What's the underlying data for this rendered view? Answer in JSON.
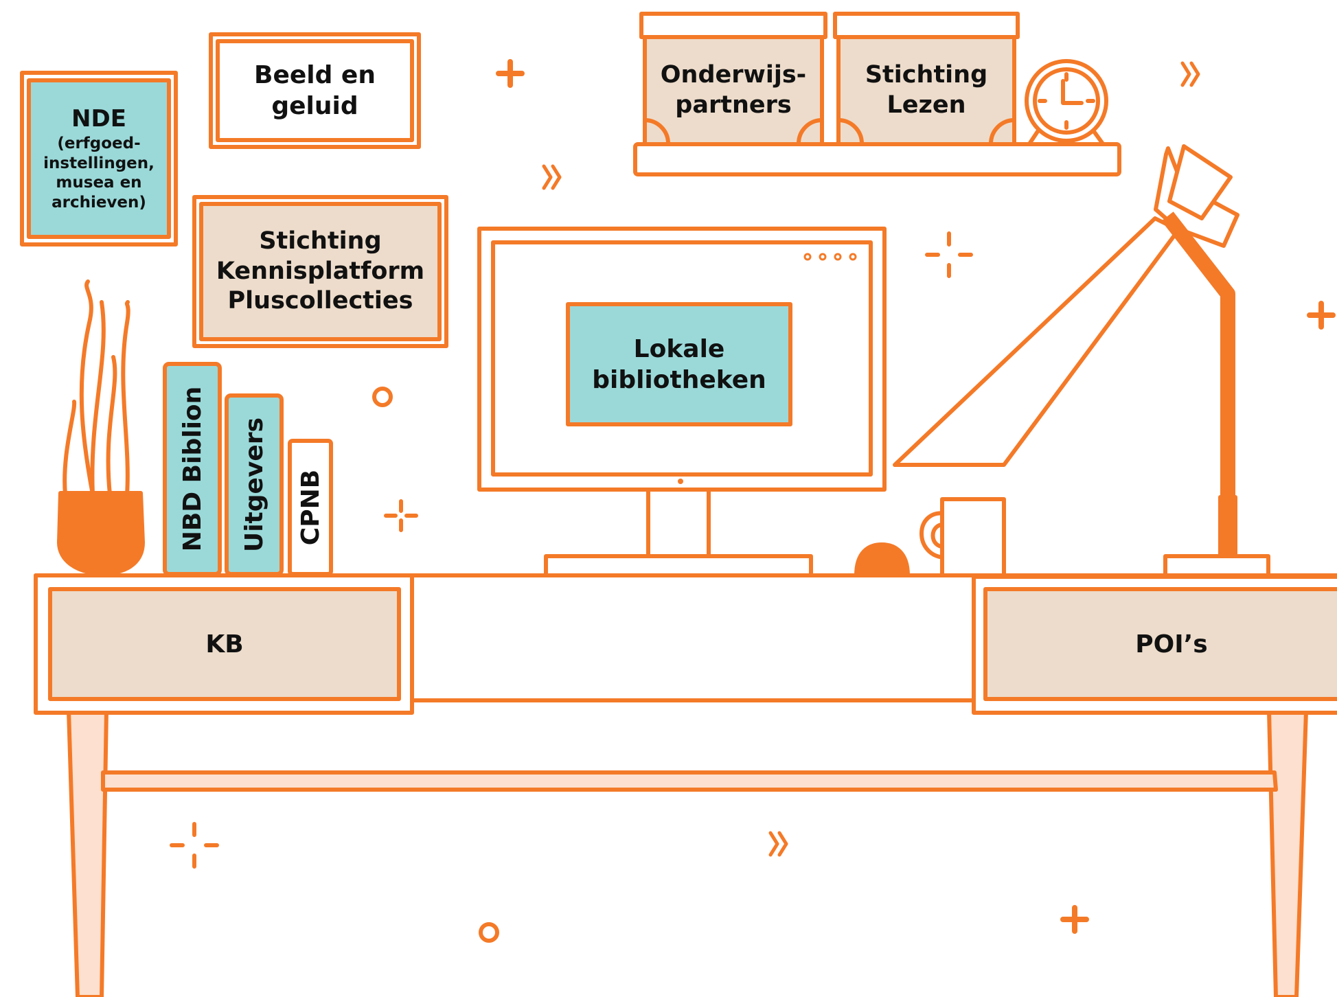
{
  "colors": {
    "orange": "#f47a28",
    "teal": "#9bd9d9",
    "beige": "#eddccb",
    "peach": "#fde0cf",
    "white": "#ffffff"
  },
  "labels": {
    "nde_title": "NDE",
    "nde_sub": [
      "(erfgoed-",
      "instellingen,",
      "musea en",
      "archieven)"
    ],
    "beeld": [
      "Beeld en",
      "geluid"
    ],
    "stichting_kennis": [
      "Stichting",
      "Kennisplatform",
      "Pluscollecties"
    ],
    "onderwijs": [
      "Onderwijs-",
      "partners"
    ],
    "lezen": [
      "Stichting",
      "Lezen"
    ],
    "lokale": [
      "Lokale",
      "bibliotheken"
    ],
    "nbd": "NBD Biblion",
    "uitgevers": "Uitgevers",
    "cpnb": "CPNB",
    "kb": "KB",
    "pois": "POI’s"
  },
  "icons": [
    "plant-icon",
    "clock-icon",
    "desk-lamp-icon",
    "mug-icon",
    "mouse-icon",
    "monitor-icon",
    "plus-icon",
    "sparkle-icon",
    "double-chevron-icon",
    "circle-icon"
  ]
}
